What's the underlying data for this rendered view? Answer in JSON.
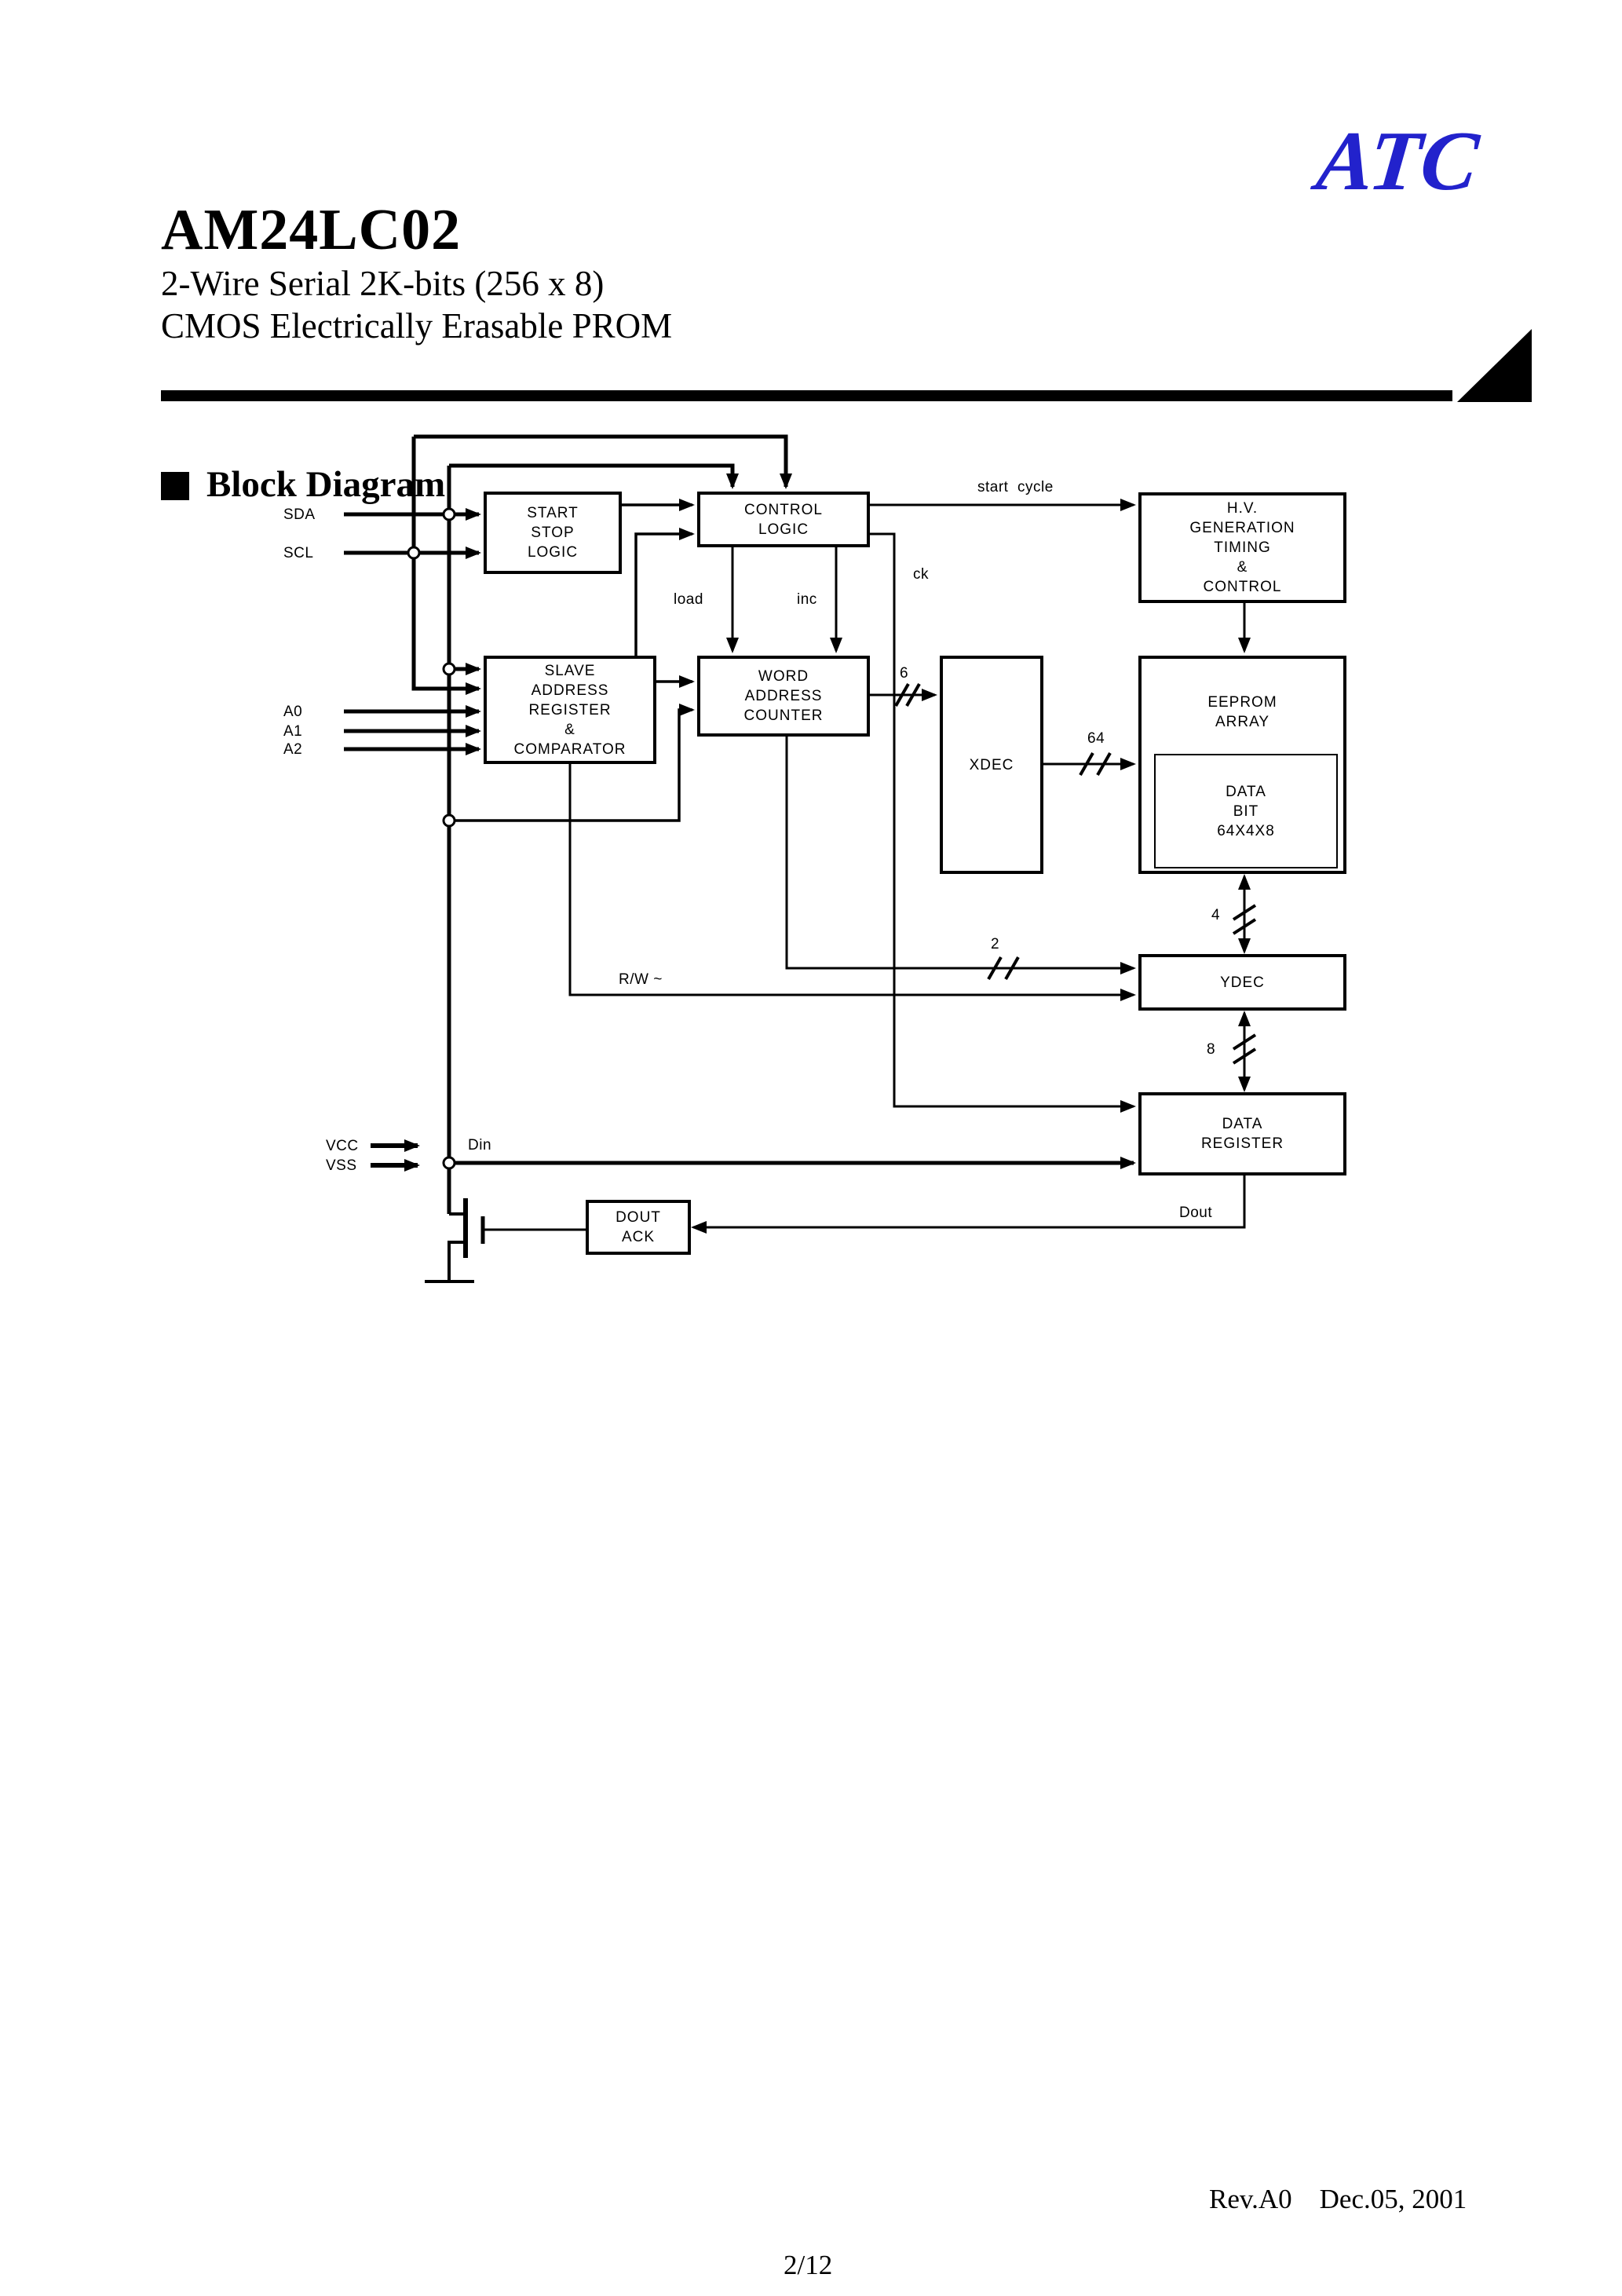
{
  "header": {
    "title": "AM24LC02",
    "subtitle1": "2-Wire Serial 2K-bits (256 x 8)",
    "subtitle2": "CMOS Electrically Erasable PROM",
    "logo": "ATC"
  },
  "section": {
    "heading": "Block Diagram"
  },
  "colors": {
    "logo_blue": "#2222cc",
    "line_black": "#000000",
    "page_bg": "#ffffff"
  },
  "diagram": {
    "blocks": {
      "start_stop": {
        "l1": "START",
        "l2": "STOP",
        "l3": "LOGIC"
      },
      "control": {
        "l1": "CONTROL",
        "l2": "LOGIC"
      },
      "hv": {
        "l1": "H.V.",
        "l2": "GENERATION",
        "l3": "TIMING",
        "l4": "&",
        "l5": "CONTROL"
      },
      "slave": {
        "l1": "SLAVE",
        "l2": "ADDRESS",
        "l3": "REGISTER",
        "l4": "&",
        "l5": "COMPARATOR"
      },
      "word": {
        "l1": "WORD",
        "l2": "ADDRESS",
        "l3": "COUNTER"
      },
      "xdec": {
        "l1": "XDEC"
      },
      "eeprom": {
        "l1": "EEPROM",
        "l2": "ARRAY"
      },
      "databit": {
        "l1": "DATA",
        "l2": "BIT",
        "l3": "64X4X8"
      },
      "ydec": {
        "l1": "YDEC"
      },
      "datareg": {
        "l1": "DATA",
        "l2": "REGISTER"
      },
      "doutack": {
        "l1": "DOUT",
        "l2": "ACK"
      }
    },
    "pins": {
      "sda": "SDA",
      "scl": "SCL",
      "a0": "A0",
      "a1": "A1",
      "a2": "A2",
      "vcc": "VCC",
      "vss": "VSS"
    },
    "signals": {
      "start_cycle": "start  cycle",
      "ck": "ck",
      "load": "load",
      "inc": "inc",
      "rw": "R/W ~",
      "din": "Din",
      "dout": "Dout"
    },
    "bus_widths": {
      "word_to_xdec": "6",
      "xdec_to_eeprom": "64",
      "word_to_ydec": "2",
      "eeprom_to_ydec": "4",
      "ydec_to_datareg": "8"
    }
  },
  "footer": {
    "revision": "Rev.A0    Dec.05, 2001",
    "page": "2/12"
  }
}
